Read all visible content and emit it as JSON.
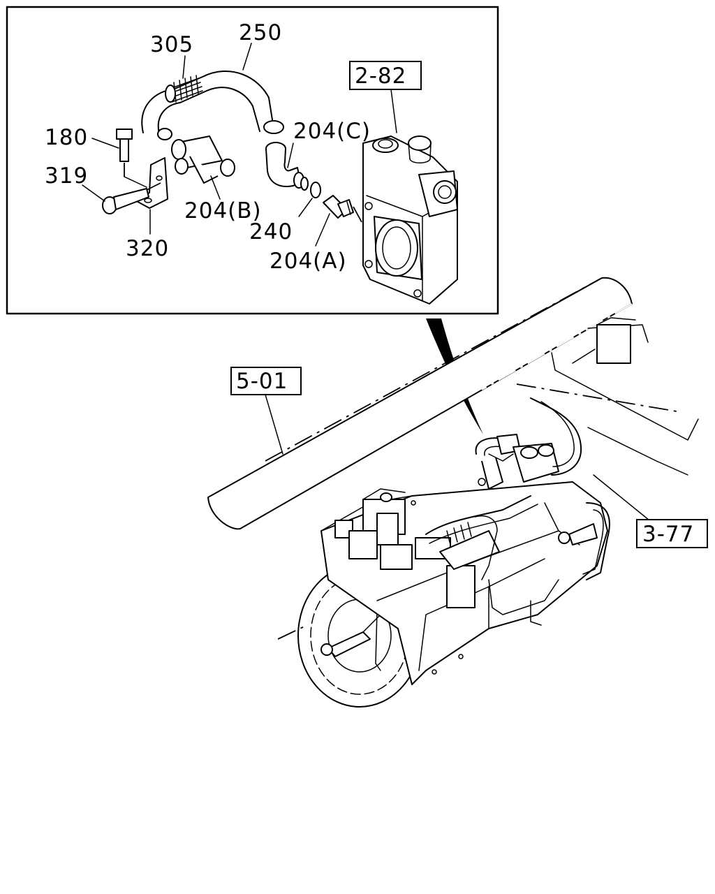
{
  "callouts": {
    "c305": "305",
    "c250": "250",
    "c180": "180",
    "c319": "319",
    "c320": "320",
    "c204b": "204(B)",
    "c204c": "204(C)",
    "c240": "240",
    "c204a": "204(A)"
  },
  "references": {
    "ref_2_82": "2-82",
    "ref_5_01": "5-01",
    "ref_3_77": "3-77"
  }
}
